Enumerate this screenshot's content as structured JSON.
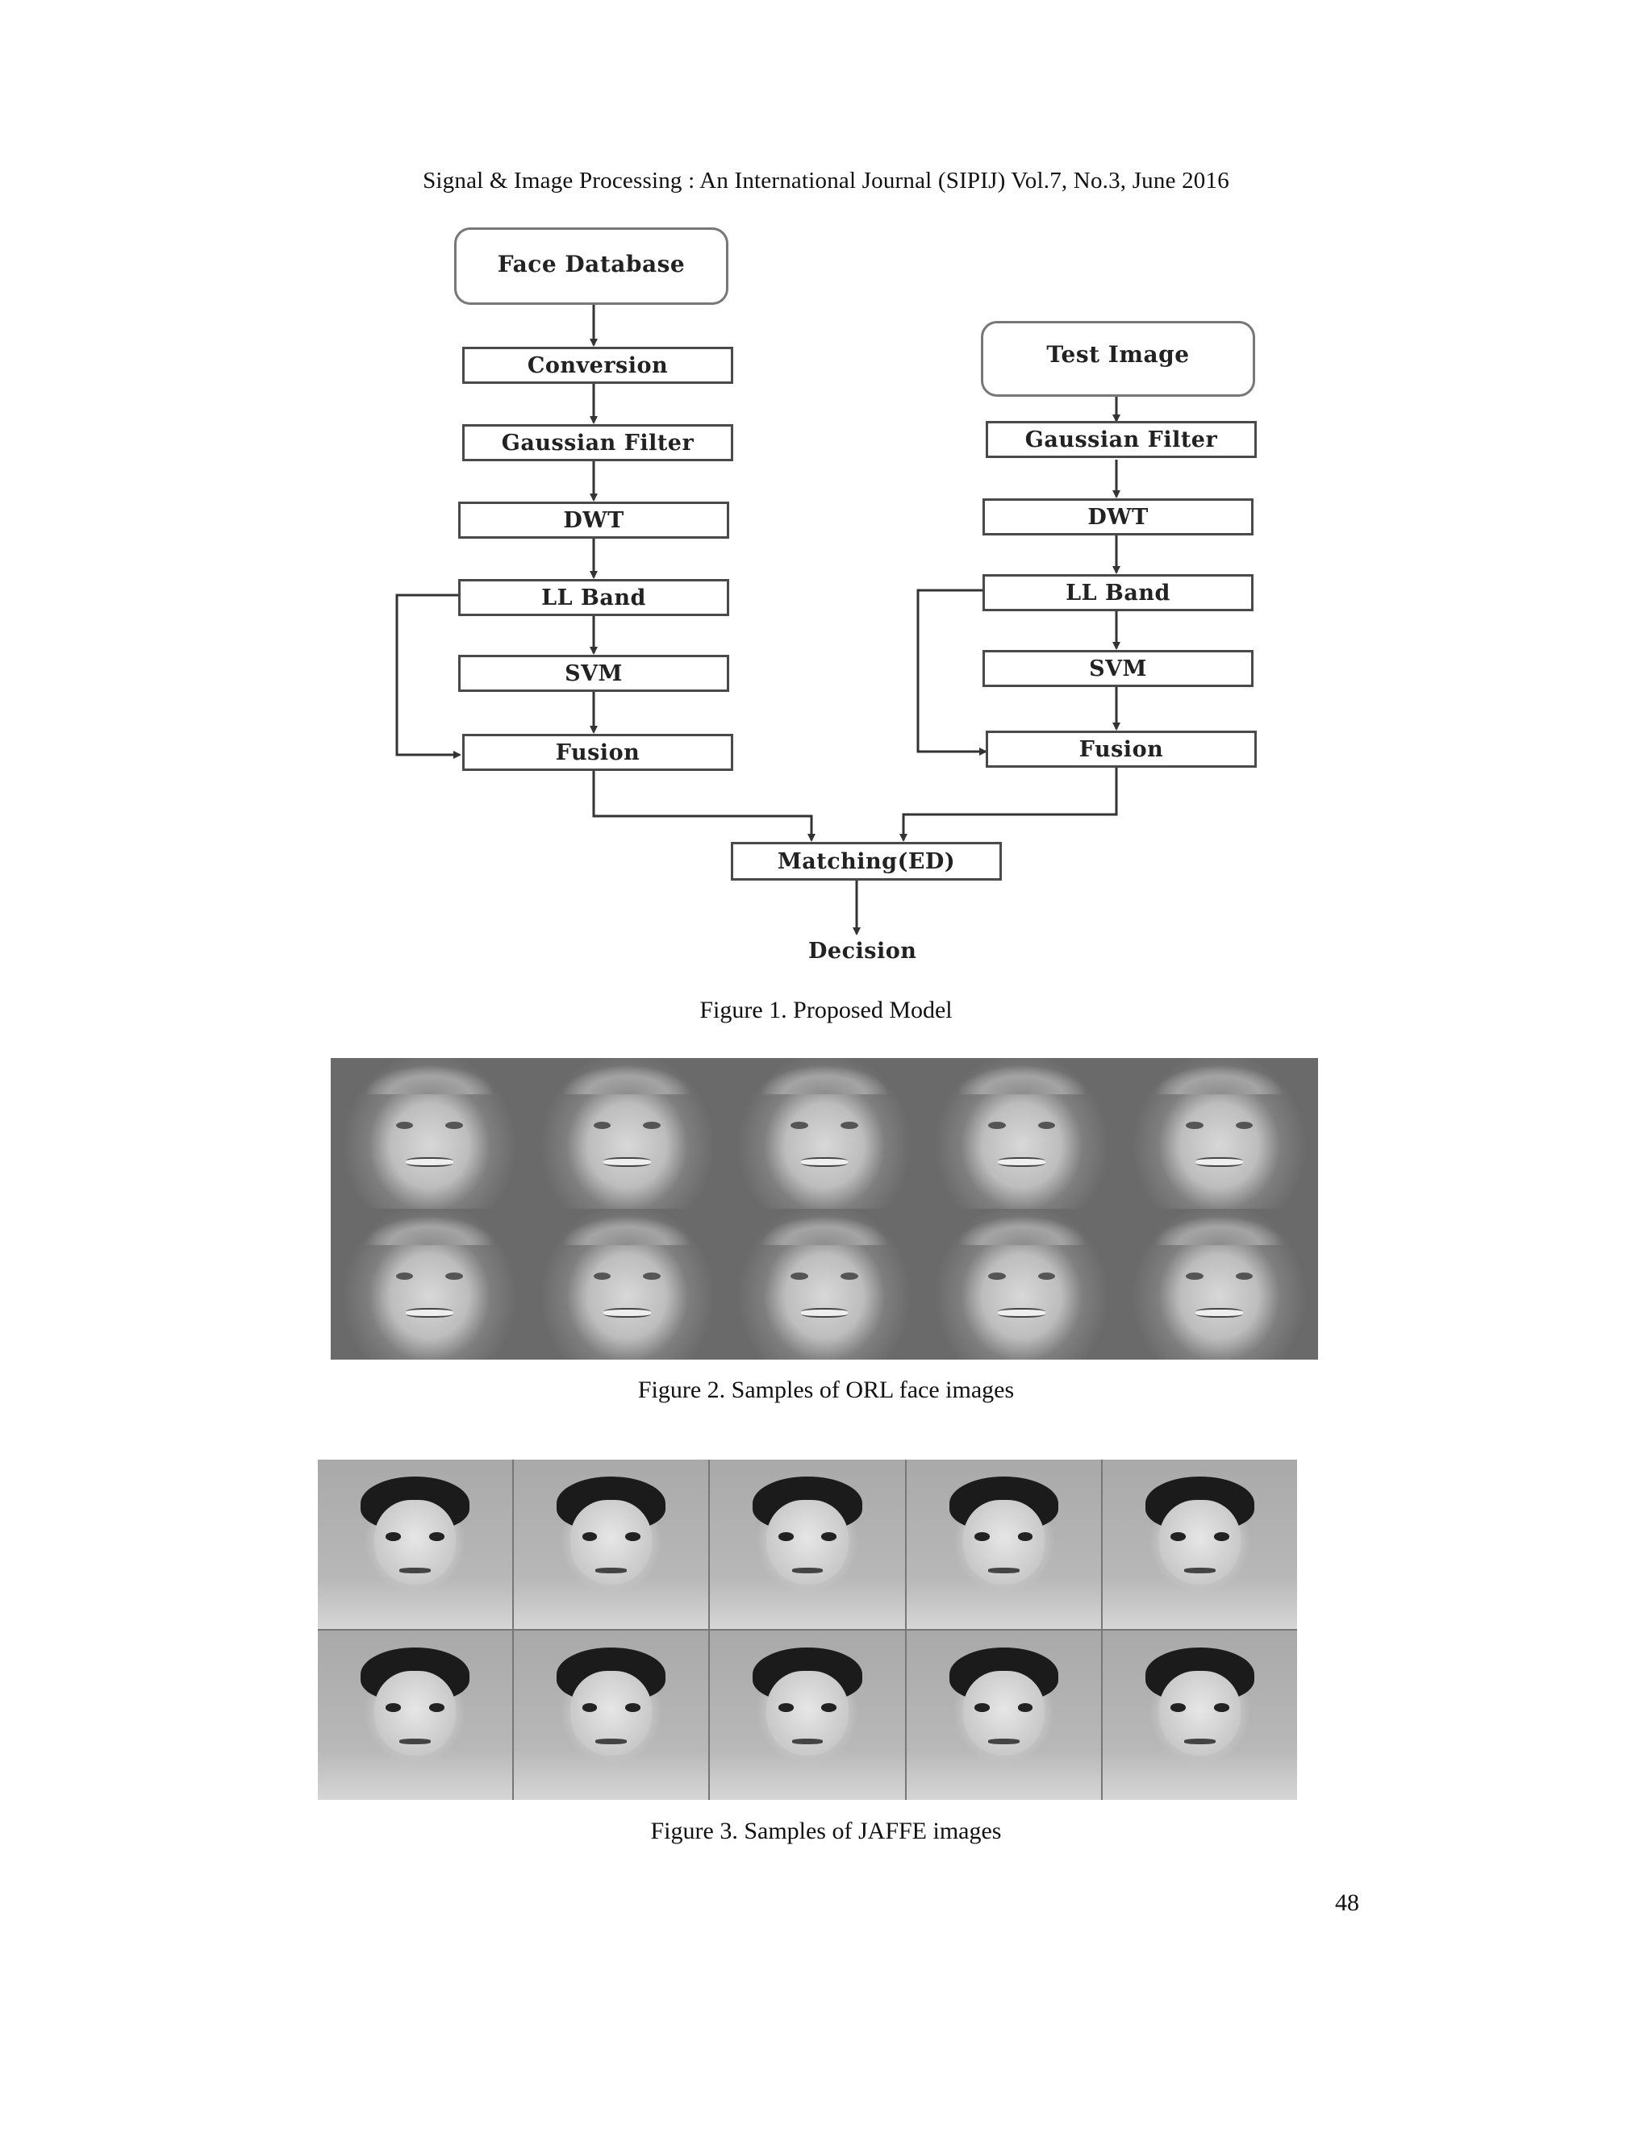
{
  "header": {
    "running_title": "Signal & Image Processing : An International Journal (SIPIJ) Vol.7, No.3, June 2016"
  },
  "figure1": {
    "caption": "Figure 1. Proposed Model",
    "left_column": {
      "start": "Face Database",
      "steps": [
        "Conversion",
        "Gaussian Filter",
        "DWT",
        "LL Band",
        "SVM",
        "Fusion"
      ]
    },
    "right_column": {
      "start": "Test Image",
      "steps": [
        "Gaussian Filter",
        "DWT",
        "LL Band",
        "SVM",
        "Fusion"
      ]
    },
    "matching": "Matching(ED)",
    "decision": "Decision"
  },
  "figure2": {
    "caption": "Figure 2. Samples of ORL face images",
    "rows": 2,
    "cols": 5
  },
  "figure3": {
    "caption": "Figure 3. Samples of JAFFE images",
    "rows": 2,
    "cols": 5
  },
  "page_number": "48"
}
